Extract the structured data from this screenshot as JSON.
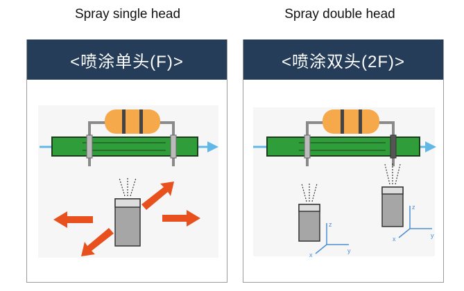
{
  "captions": {
    "single": "Spray single head",
    "double": "Spray double head"
  },
  "panels": {
    "single": {
      "title": "<喷涂单头(F)>"
    },
    "double": {
      "title": "<喷涂双头(2F)>",
      "axes": {
        "x": "x",
        "y": "y",
        "z": "z"
      }
    }
  },
  "colors": {
    "header": "#263d59",
    "board": "#2f9e3a",
    "resistor": "#f5a94a",
    "arrow": "#e8501e",
    "flow": "#5fb8e6",
    "nozzle": "#a6a6a6"
  }
}
